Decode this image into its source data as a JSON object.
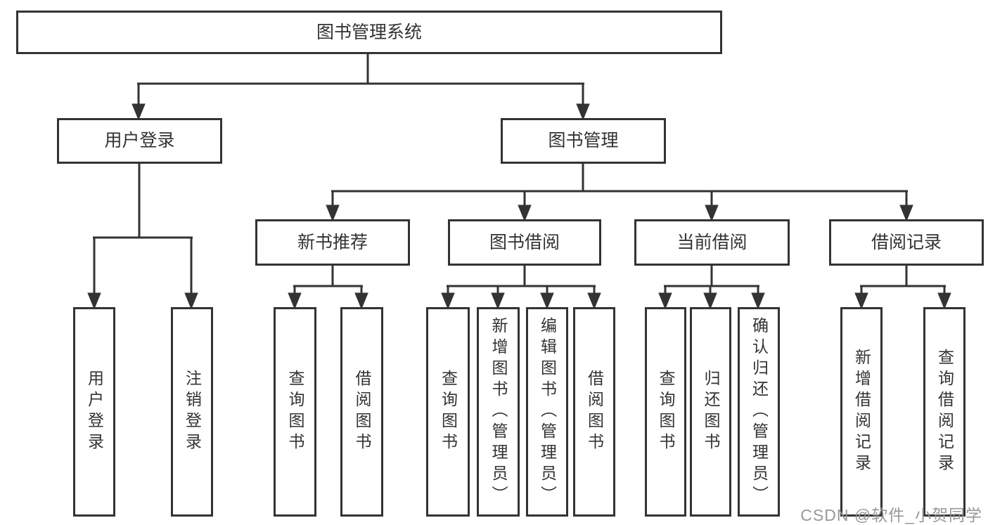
{
  "diagram": {
    "root": "图书管理系统",
    "user_login_branch": {
      "label": "用户登录",
      "children": [
        "用户登录",
        "注销登录"
      ]
    },
    "book_mgmt_branch": {
      "label": "图书管理",
      "sections": [
        {
          "label": "新书推荐",
          "children": [
            "查询图书",
            "借阅图书"
          ]
        },
        {
          "label": "图书借阅",
          "children": [
            "查询图书",
            "新增图书（管理员）",
            "编辑图书（管理员）",
            "借阅图书"
          ]
        },
        {
          "label": "当前借阅",
          "children": [
            "查询图书",
            "归还图书",
            "确认归还（管理员）"
          ]
        },
        {
          "label": "借阅记录",
          "children": [
            "新增借阅记录",
            "查询借阅记录"
          ]
        }
      ]
    },
    "watermark": "CSDN @软件_小贺同学",
    "colors": {
      "line": "#333333",
      "text": "#333333",
      "box_background": "#ffffff",
      "watermark": "#949494",
      "background": "#ffffff"
    }
  }
}
